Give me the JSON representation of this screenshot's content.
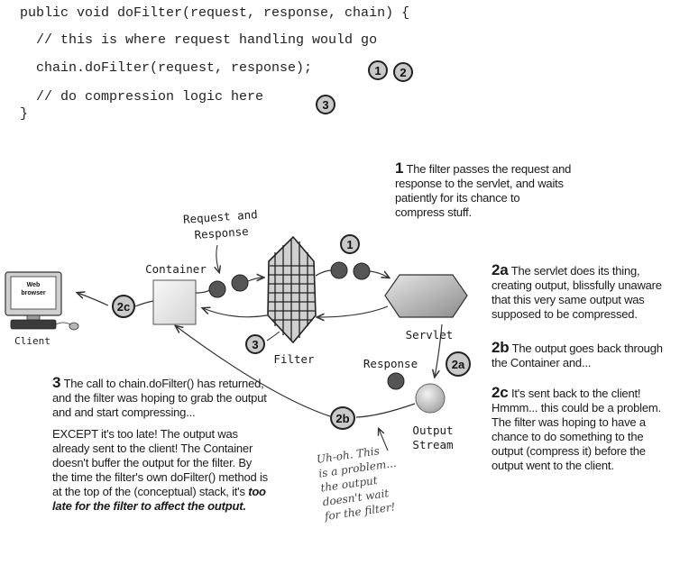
{
  "code": {
    "lines": [
      "public void doFilter(request, response, chain) {",
      "  // this is where request handling would go",
      "  chain.doFilter(request, response);",
      "  // do compression logic here",
      "}"
    ],
    "markers": [
      "1",
      "2",
      "3"
    ]
  },
  "diagram": {
    "request_and_response_label": [
      "Request and",
      "Response"
    ],
    "container_label": "Container",
    "filter_label": "Filter",
    "servlet_label": "Servlet",
    "response_label": "Response",
    "output_stream_label": [
      "Output",
      "Stream"
    ],
    "client_label": "Client",
    "web_browser_label": [
      "Web",
      "browser"
    ],
    "step_labels": {
      "s1": "1",
      "s2a": "2a",
      "s2b": "2b",
      "s2c": "2c",
      "s3": "3"
    }
  },
  "notes": {
    "note1": {
      "num": "1",
      "text": "The filter passes the request and response to the servlet, and waits patiently for its chance to compress stuff."
    },
    "note2a": {
      "num": "2a",
      "text": "The servlet does its thing, creating output, blissfully unaware that this very same output was supposed to be compressed."
    },
    "note2b": {
      "num": "2b",
      "text": "The output goes back through the Container and..."
    },
    "note2c": {
      "num": "2c",
      "text": "It's sent back to the client! Hmmm... this could be a problem. The filter was hoping to have a chance to do something to the output (compress it) before the output went to the client."
    },
    "note3": {
      "num": "3",
      "text": "The call to chain.doFilter() has returned, and the filter was hoping to grab the output and and start compressing...",
      "para2": "EXCEPT it's too late! The output was already sent to the client! The Container doesn't buffer the output for the filter. By the time the filter's own doFilter() method is at the top of the (conceptual) stack, it's",
      "para2_emphasis": "too late for the filter to affect the output."
    }
  },
  "handwritten": {
    "lines": [
      "Uh-oh. This",
      "is a problem...",
      "the output",
      "doesn't wait",
      "for the filter!"
    ]
  }
}
